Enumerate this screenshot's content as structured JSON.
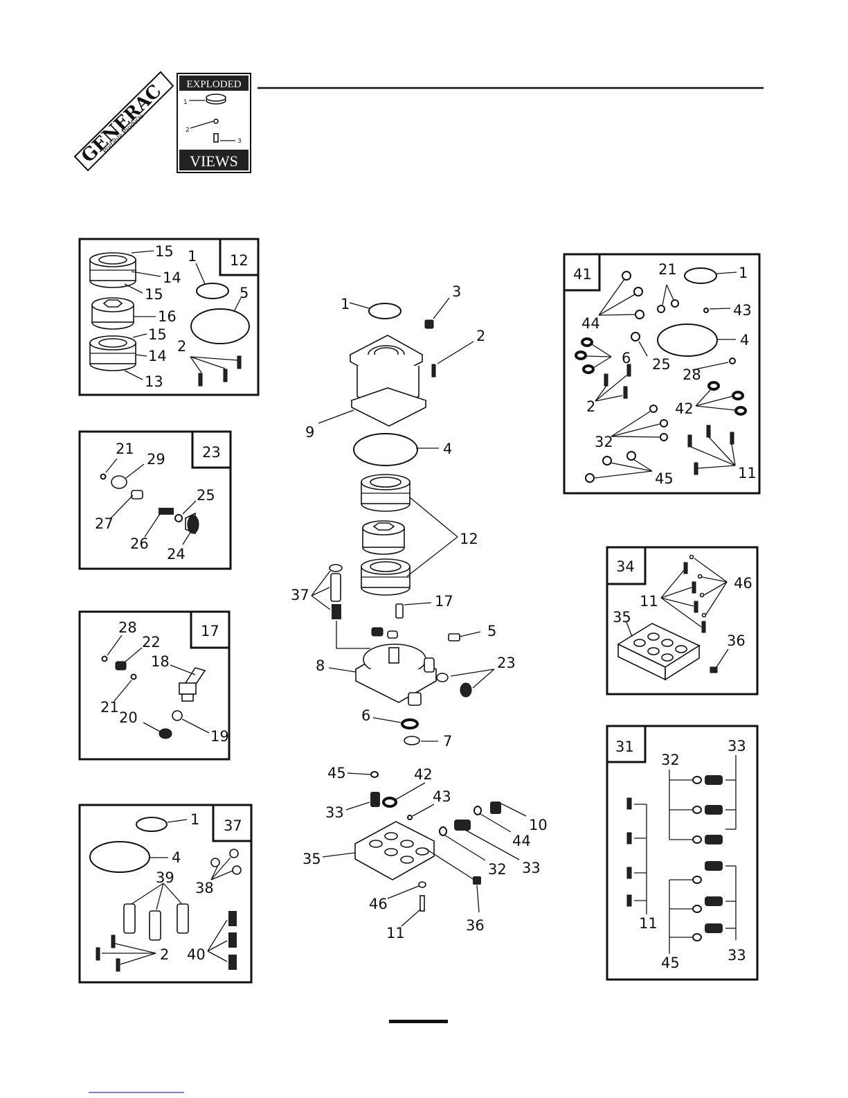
{
  "brand": {
    "name": "GENERAC",
    "subtitle": "Portable Products"
  },
  "header_badge": {
    "top": "EXPLODED",
    "bottom": "VIEWS",
    "mini_callouts": [
      "1",
      "2",
      "3"
    ]
  },
  "main_callouts": [
    "1",
    "3",
    "2",
    "9",
    "4",
    "12",
    "37",
    "17",
    "5",
    "8",
    "23",
    "6",
    "7",
    "45",
    "42",
    "43",
    "33",
    "10",
    "44",
    "35",
    "32",
    "33",
    "46",
    "36",
    "11"
  ],
  "insets": {
    "inset12": {
      "id": "12",
      "callouts": [
        "15",
        "1",
        "14",
        "15",
        "5",
        "16",
        "15",
        "14",
        "2",
        "13"
      ]
    },
    "inset23": {
      "id": "23",
      "callouts": [
        "21",
        "29",
        "25",
        "27",
        "26",
        "24"
      ]
    },
    "inset17": {
      "id": "17",
      "callouts": [
        "28",
        "22",
        "18",
        "21",
        "20",
        "19"
      ]
    },
    "inset37": {
      "id": "37",
      "callouts": [
        "1",
        "4",
        "38",
        "39",
        "2",
        "40"
      ]
    },
    "inset41": {
      "id": "41",
      "callouts": [
        "21",
        "1",
        "43",
        "44",
        "4",
        "6",
        "25",
        "28",
        "2",
        "42",
        "32",
        "11",
        "45"
      ]
    },
    "inset34": {
      "id": "34",
      "callouts": [
        "46",
        "11",
        "35",
        "36"
      ]
    },
    "inset31": {
      "id": "31",
      "callouts": [
        "33",
        "32",
        "11",
        "33",
        "45"
      ]
    }
  }
}
